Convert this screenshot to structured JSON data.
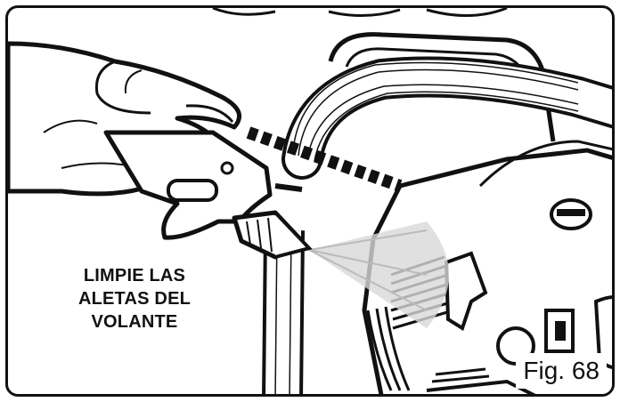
{
  "instruction": {
    "lines": [
      "LIMPIE LAS",
      "ALETAS DEL",
      "VOLANTE"
    ]
  },
  "figure": {
    "label": "Fig. 68"
  },
  "illustration": {
    "subject": "hand holding air nozzle blowing at chainsaw flywheel fins",
    "icons": [
      "hand-icon",
      "air-nozzle-icon",
      "chainsaw-icon",
      "air-stream-icon"
    ]
  }
}
